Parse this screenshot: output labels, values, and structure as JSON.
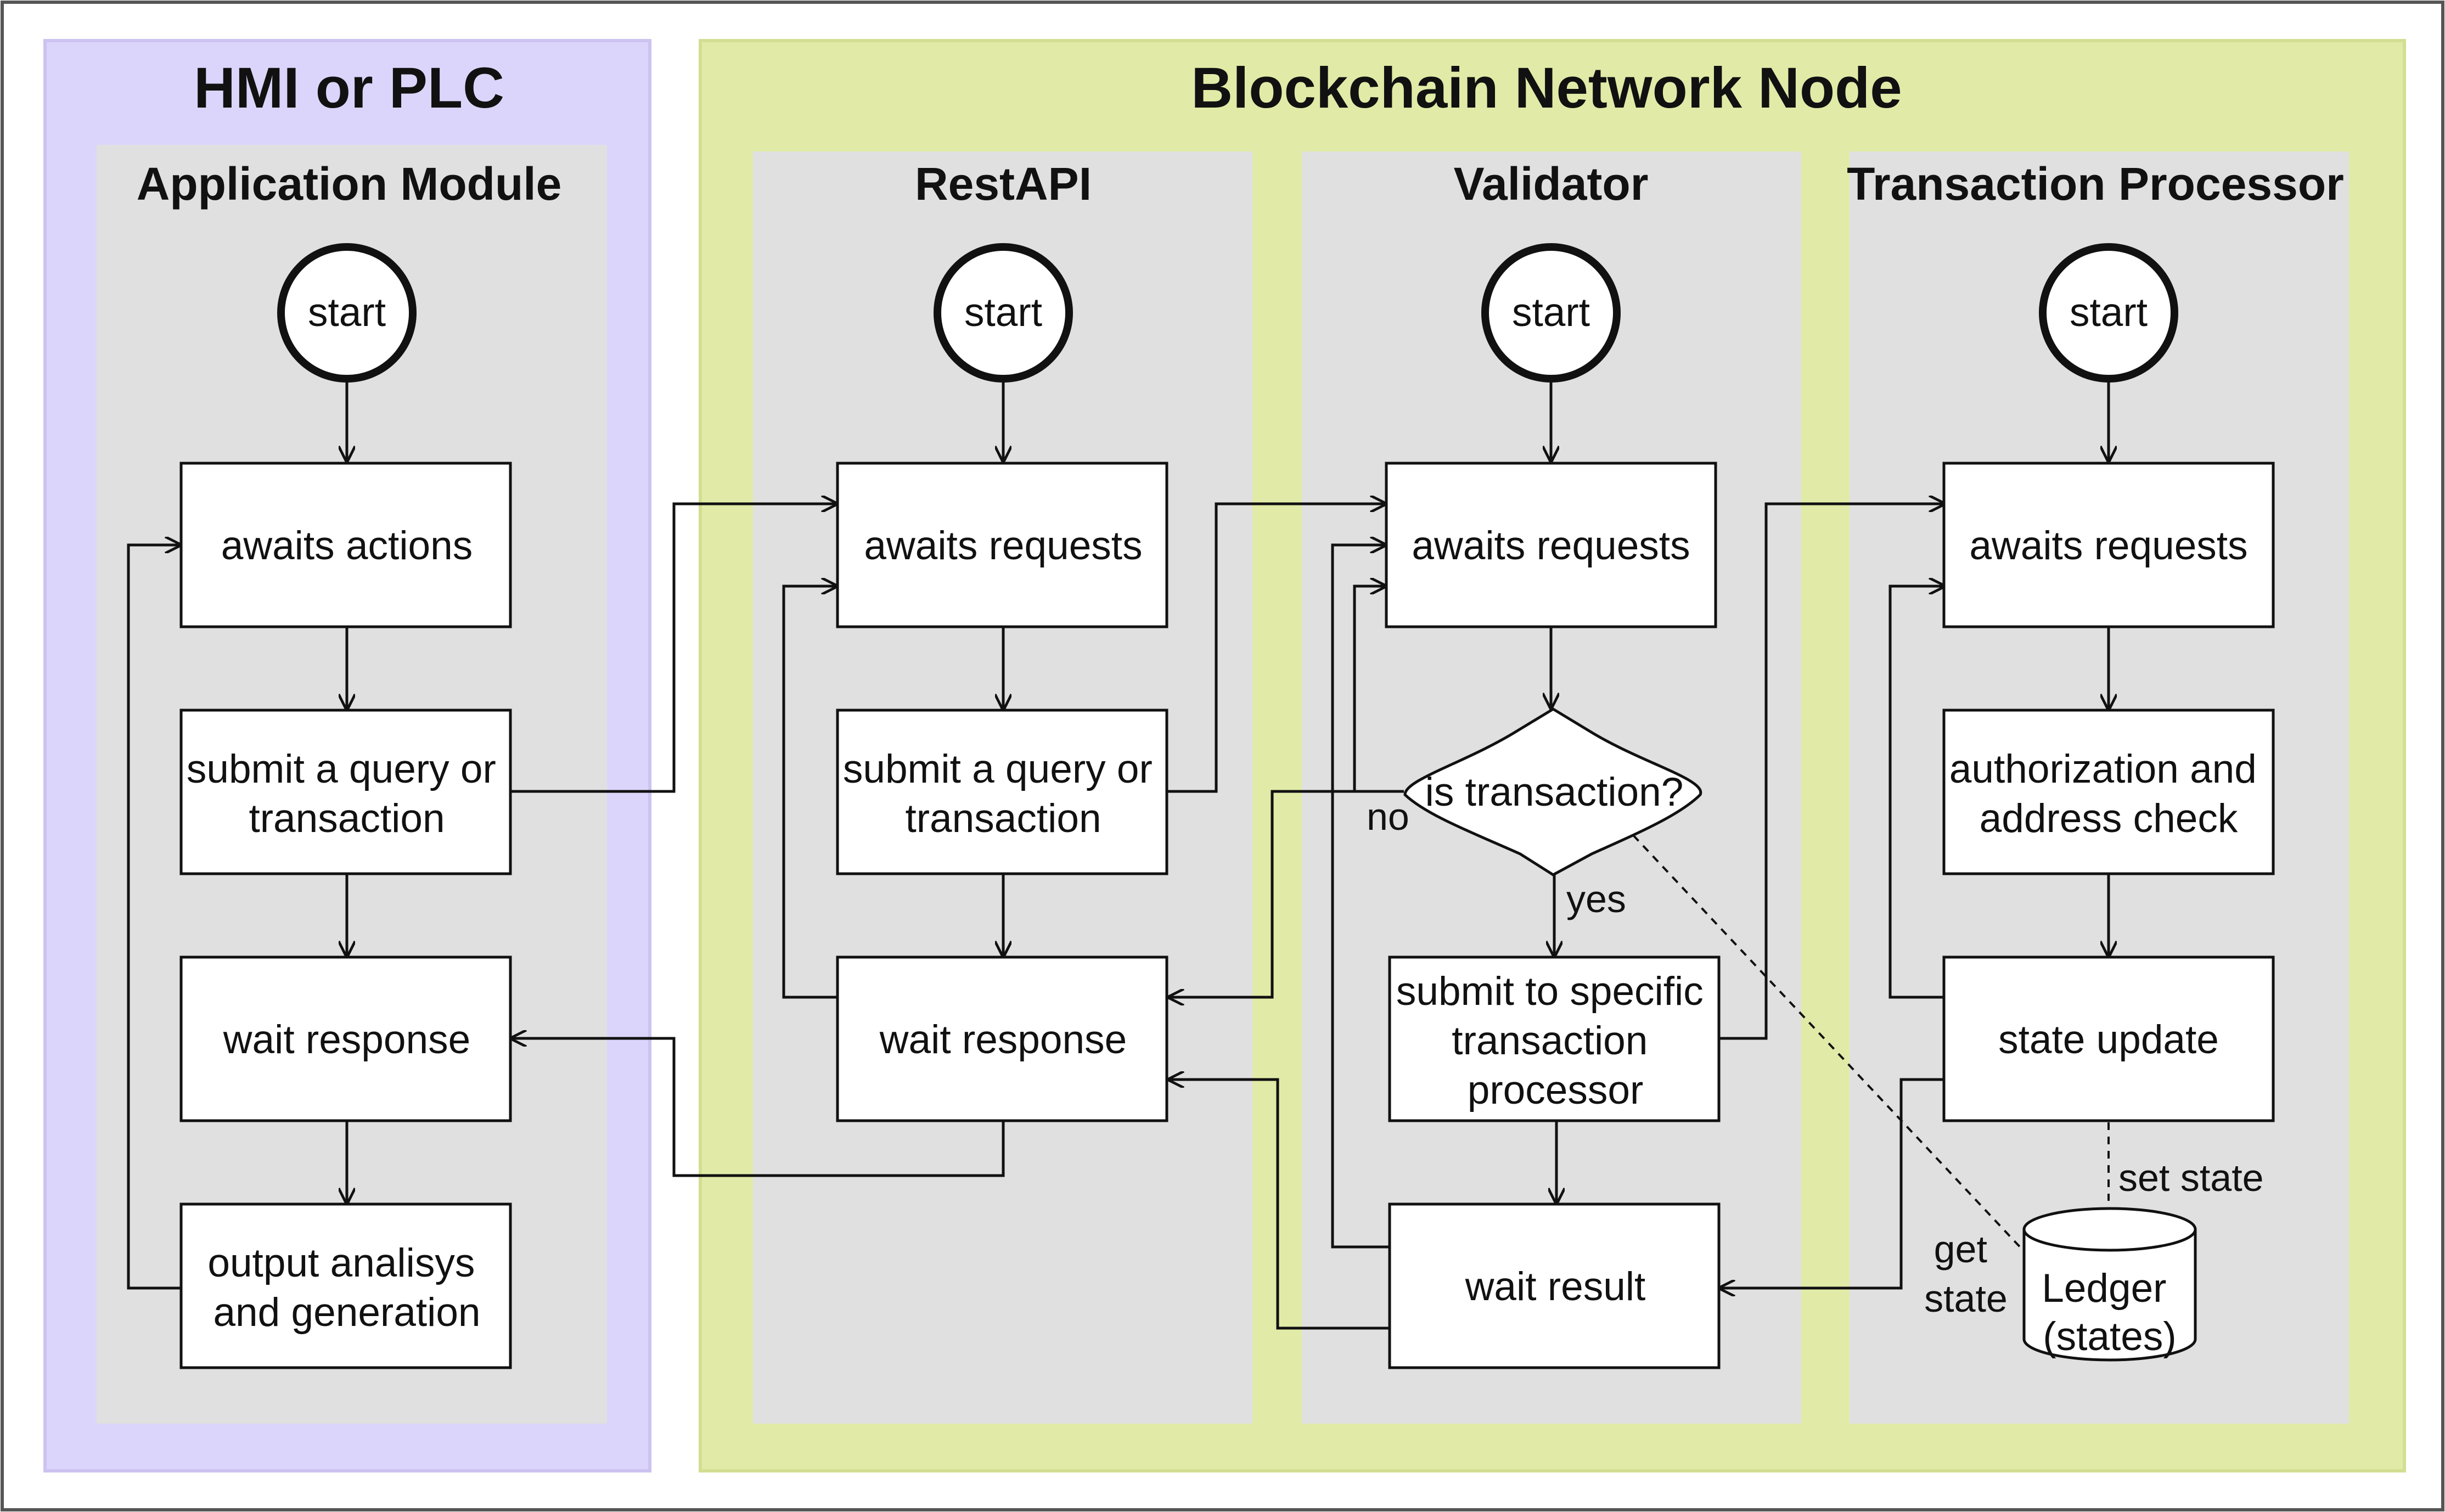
{
  "colors": {
    "hmi_bg": "#dcd5fb",
    "node_bg": "#e1eba7",
    "lane_bg": "#e0e0e0",
    "border": "#555555",
    "ink": "#111111"
  },
  "groups": {
    "hmi": {
      "title": "HMI or PLC"
    },
    "node": {
      "title": "Blockchain Network Node"
    }
  },
  "lanes": {
    "app": {
      "title": "Application Module",
      "start": "start",
      "awaits": "awaits actions",
      "submit": [
        "submit a query or",
        "transaction"
      ],
      "wait": "wait response",
      "output": [
        "output analisys",
        "and generation"
      ]
    },
    "rest": {
      "title": "RestAPI",
      "start": "start",
      "awaits": "awaits requests",
      "submit": [
        "submit a query or",
        "transaction"
      ],
      "wait": "wait response"
    },
    "validator": {
      "title": "Validator",
      "start": "start",
      "awaits": "awaits requests",
      "decision": "is transaction?",
      "no_label": "no",
      "yes_label": "yes",
      "submit": [
        "submit to specific",
        "transaction",
        "processor"
      ],
      "wait": "wait result"
    },
    "tp": {
      "title": "Transaction Processor",
      "start": "start",
      "awaits": "awaits requests",
      "auth": [
        "authorization and",
        "address check"
      ],
      "update": "state update",
      "ledger": [
        "Ledger",
        "(states)"
      ],
      "set_state": "set state",
      "get_state": [
        "get",
        "state"
      ]
    }
  }
}
